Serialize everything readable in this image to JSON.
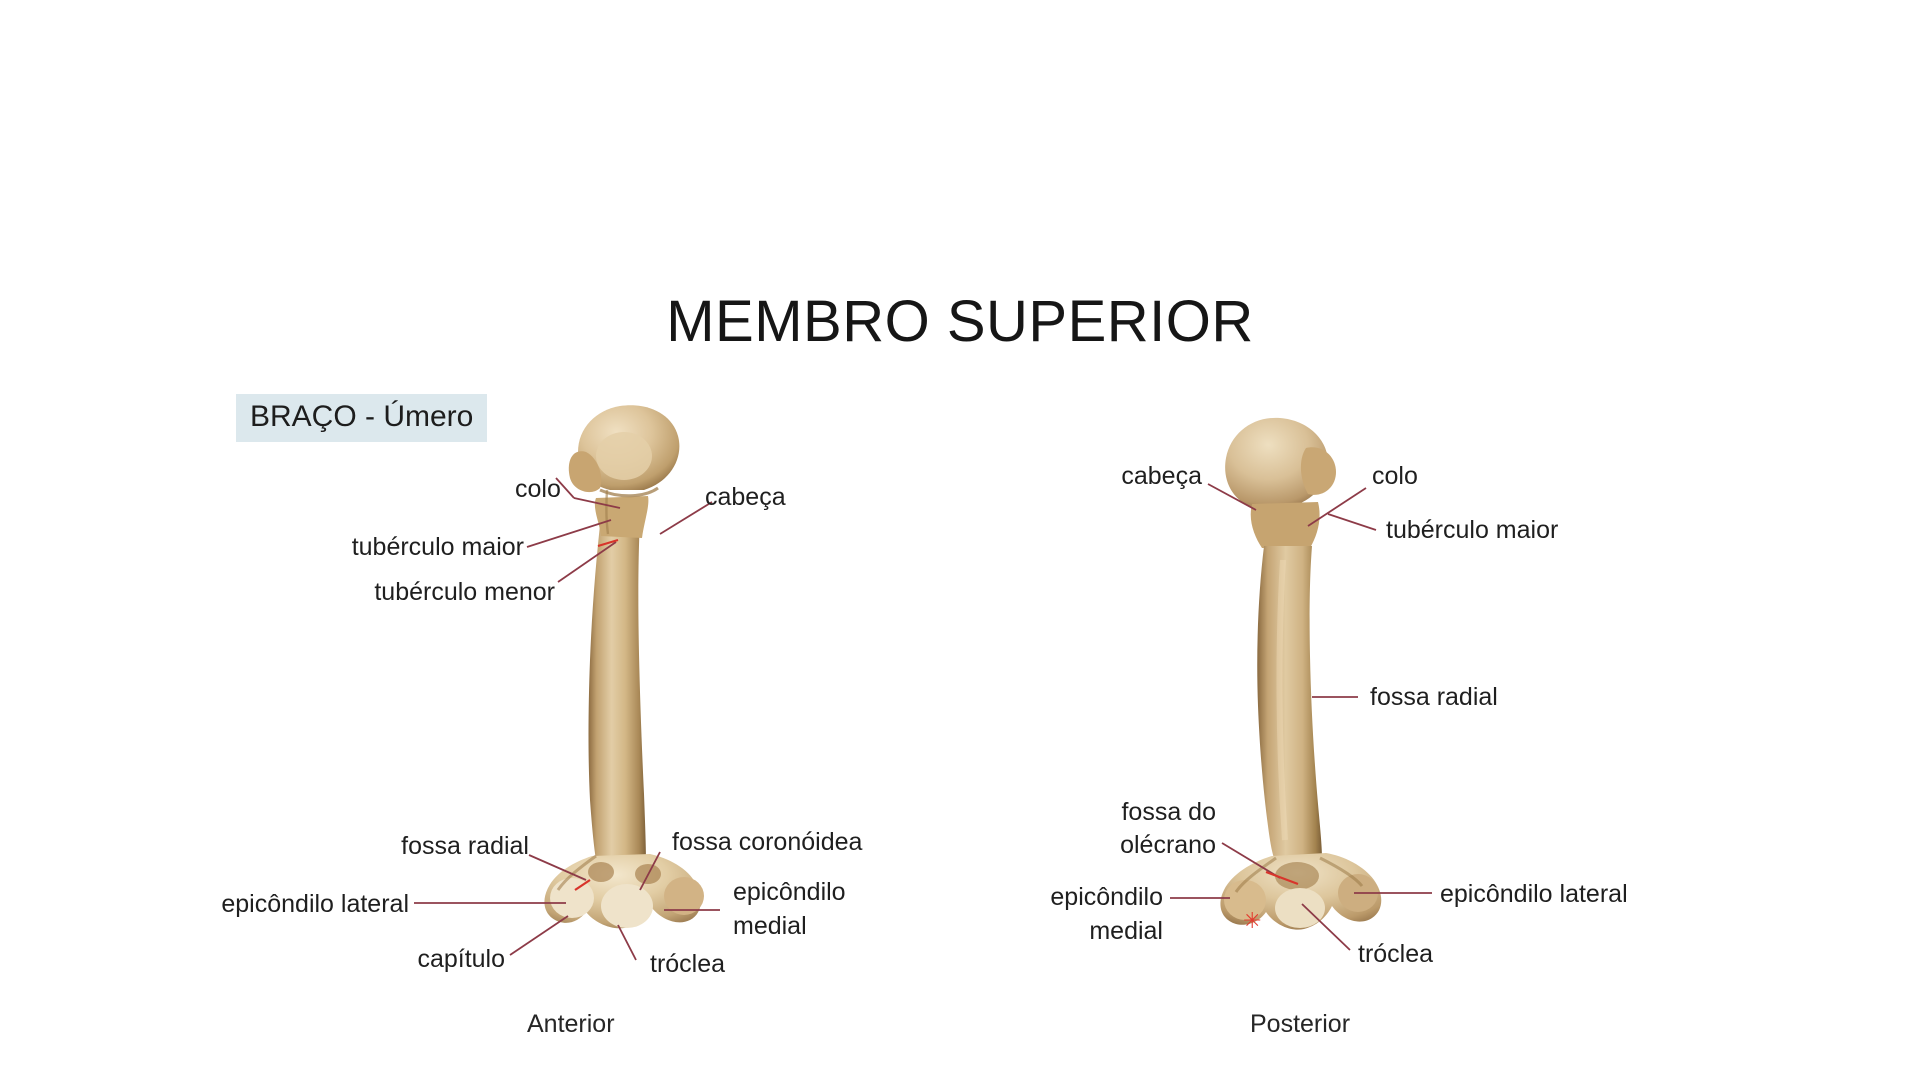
{
  "slide": {
    "title": "MEMBRO SUPERIOR",
    "section_badge": "BRAÇO - Úmero",
    "background_color": "#ffffff",
    "badge_color": "#dce8ed",
    "leader_color": "#8d3b48",
    "marker_color": "#e23b2f",
    "bone_color": "#cdad7e"
  },
  "figures": [
    {
      "id": "anterior",
      "caption": "Anterior",
      "labels": [
        {
          "id": "colo",
          "text": "colo"
        },
        {
          "id": "cabeca",
          "text": "cabeça"
        },
        {
          "id": "tuberculo-maior",
          "text": "tubérculo maior"
        },
        {
          "id": "tuberculo-menor",
          "text": "tubérculo menor"
        },
        {
          "id": "fossa-radial",
          "text": "fossa radial"
        },
        {
          "id": "fossa-coronoidea",
          "text": "fossa coronóidea"
        },
        {
          "id": "epicondilo-lateral",
          "text": "epicôndilo lateral"
        },
        {
          "id": "epicondilo-medial-1",
          "text": "epicôndilo"
        },
        {
          "id": "epicondilo-medial-2",
          "text": "medial"
        },
        {
          "id": "capitulo",
          "text": "capítulo"
        },
        {
          "id": "troclea",
          "text": "tróclea"
        }
      ]
    },
    {
      "id": "posterior",
      "caption": "Posterior",
      "labels": [
        {
          "id": "cabeca",
          "text": "cabeça"
        },
        {
          "id": "colo",
          "text": "colo"
        },
        {
          "id": "tuberculo-maior",
          "text": "tubérculo maior"
        },
        {
          "id": "fossa-radial",
          "text": "fossa radial"
        },
        {
          "id": "fossa-olecrano-1",
          "text": "fossa do"
        },
        {
          "id": "fossa-olecrano-2",
          "text": "olécrano"
        },
        {
          "id": "epicondilo-medial-1",
          "text": "epicôndilo"
        },
        {
          "id": "epicondilo-medial-2",
          "text": "medial"
        },
        {
          "id": "epicondilo-lateral",
          "text": "epicôndilo lateral"
        },
        {
          "id": "troclea",
          "text": "tróclea"
        },
        {
          "id": "asterisk-marker",
          "text": "✳"
        }
      ]
    }
  ]
}
